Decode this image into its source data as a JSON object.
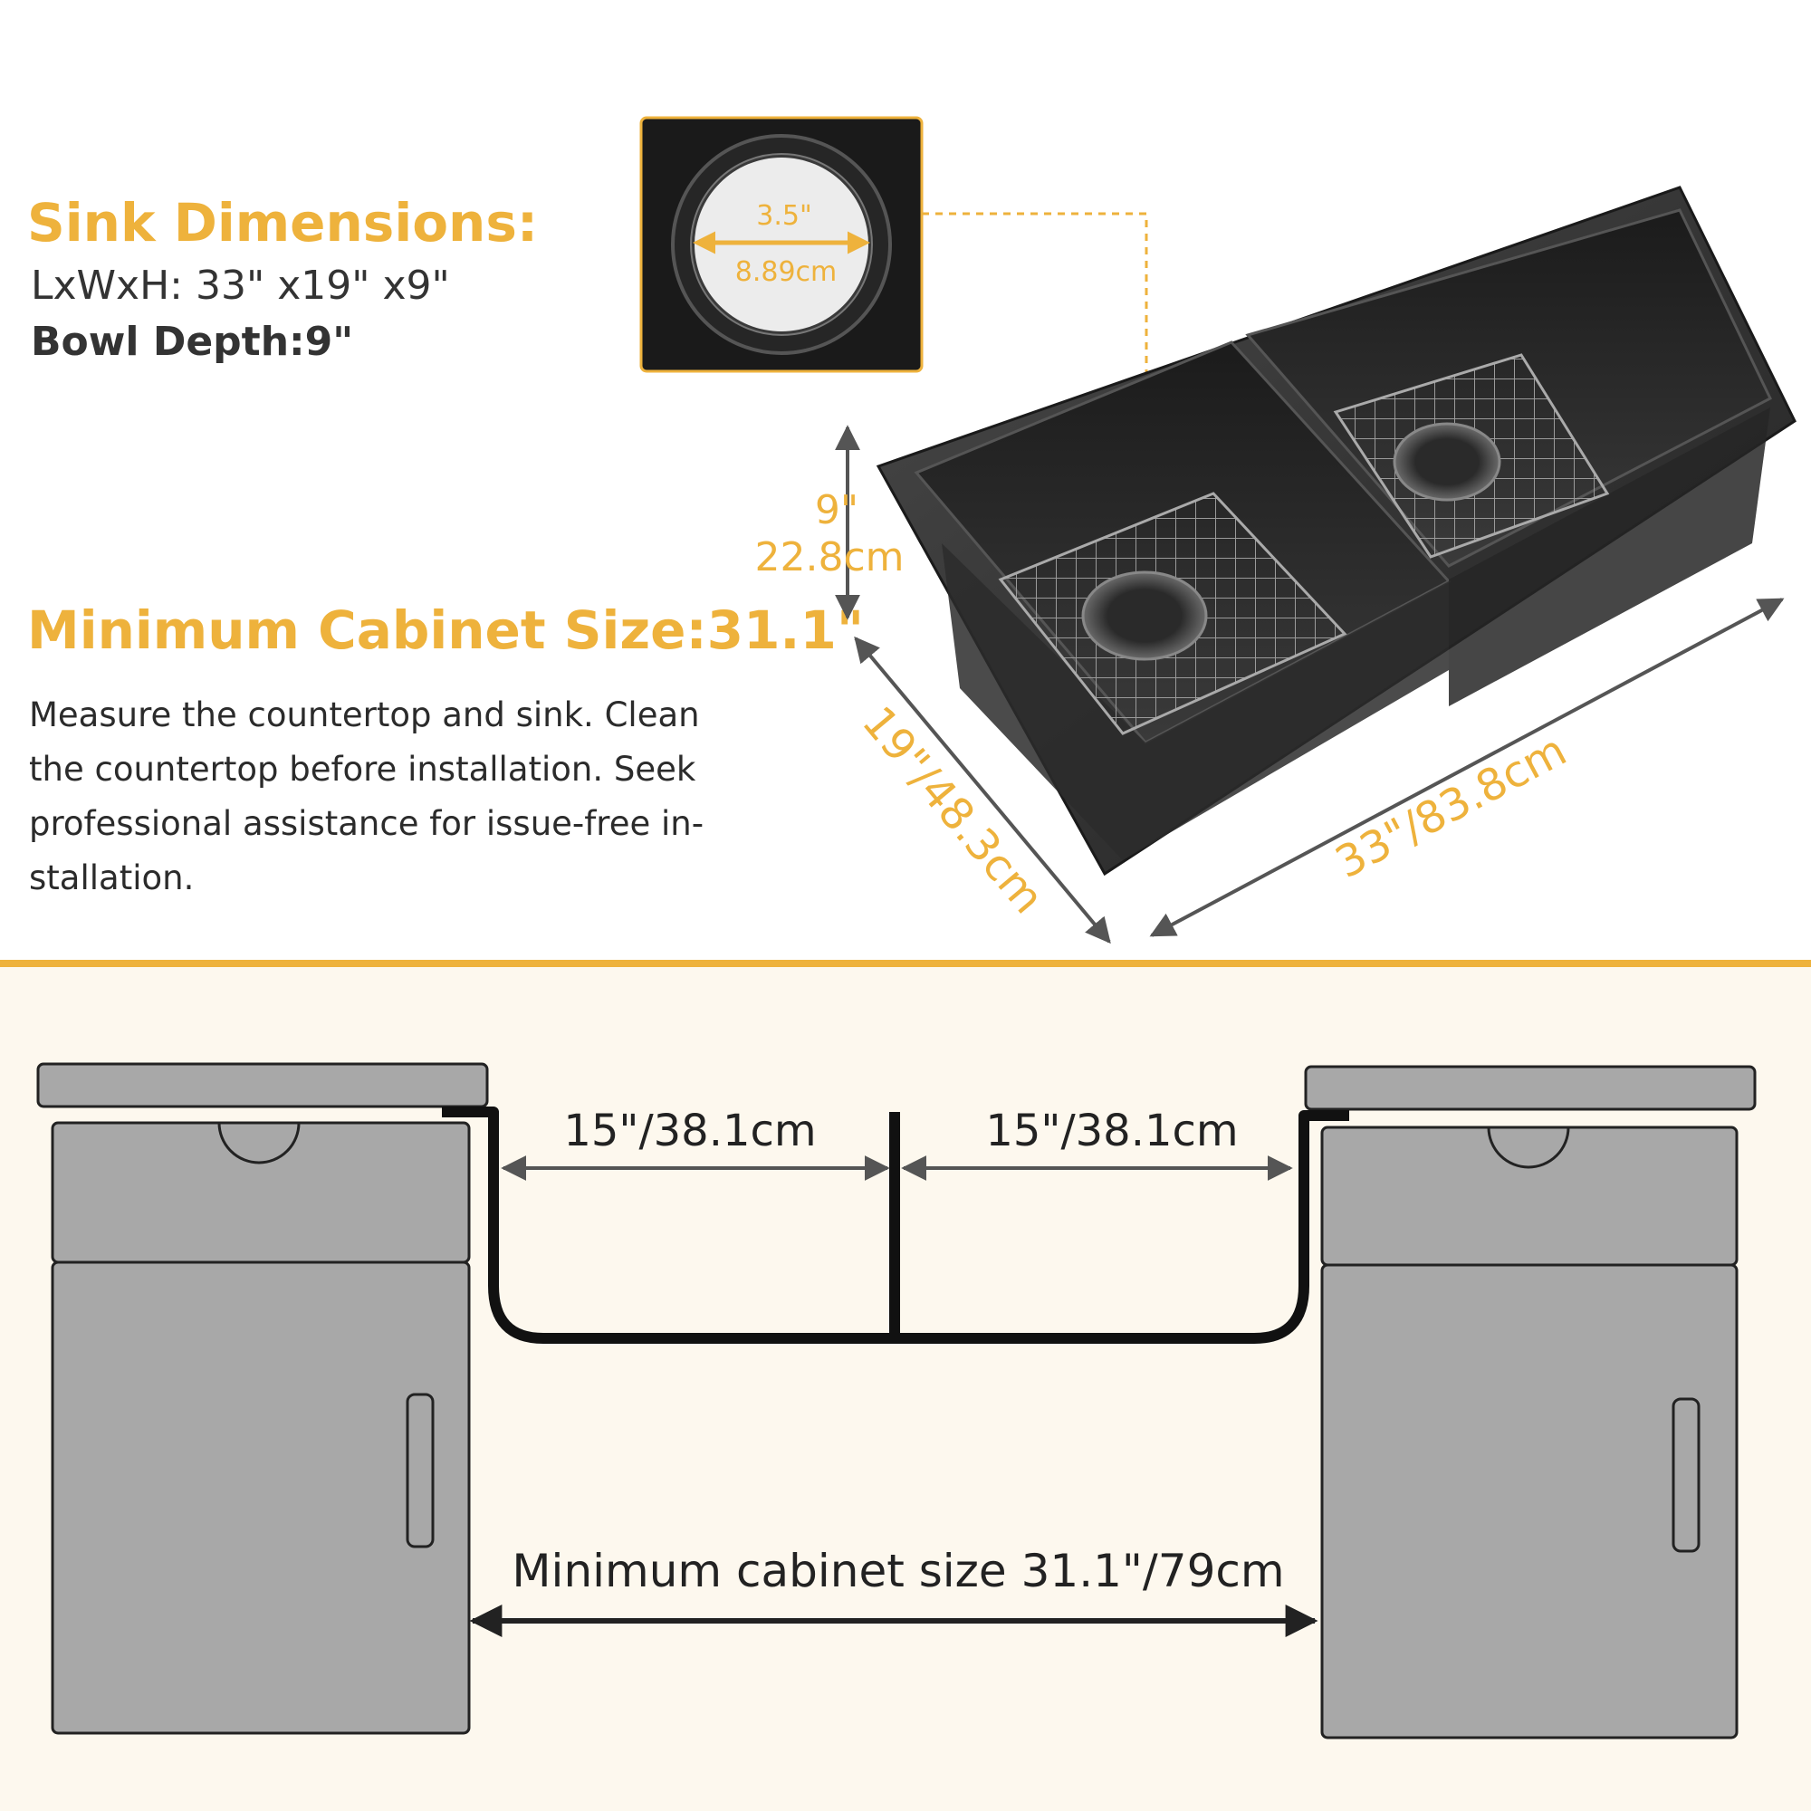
{
  "header": {
    "title": "Sink Dimensions:",
    "dimensions": "LxWxH: 33\" x19\" x9\"",
    "bowl_depth": "Bowl Depth:9\""
  },
  "cabinet": {
    "title": "Minimum Cabinet Size:31.1\"",
    "description": "Measure the countertop and sink. Clean the countertop before installation. Seek professional assistance for issue-free in-stallation."
  },
  "drain": {
    "inch": "3.5\"",
    "cm": "8.89cm"
  },
  "sink_dims": {
    "height_in": "9\"",
    "height_cm": "22.8cm",
    "width": "19\"/48.3cm",
    "length": "33\"/83.8cm"
  },
  "bottom": {
    "left_bowl": "15\"/38.1cm",
    "right_bowl": "15\"/38.1cm",
    "min_cabinet": "Minimum cabinet size 31.1\"/79cm"
  },
  "colors": {
    "accent": "#eeb23c",
    "sink": "#2e2e2e",
    "cabinet": "#a8a8a8"
  }
}
